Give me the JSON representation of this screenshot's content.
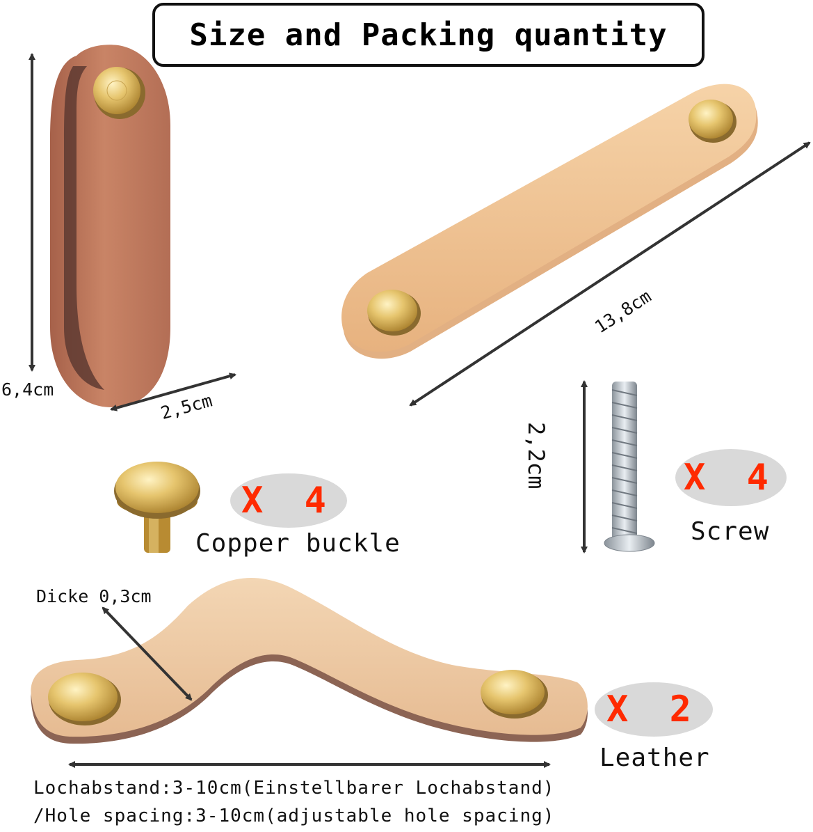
{
  "title": "Size and Packing quantity",
  "dimensions": {
    "loop_height": "6,4cm",
    "loop_width": "2,5cm",
    "straight_length": "13,8cm",
    "screw_length": "2,2cm",
    "thickness": "Dicke 0,3cm"
  },
  "parts": {
    "copper_buckle": {
      "quantity": "X 4",
      "label": "Copper buckle"
    },
    "screw": {
      "quantity": "X 4",
      "label": "Screw"
    },
    "leather": {
      "quantity": "X 2",
      "label": "Leather"
    }
  },
  "hole_spacing": {
    "german": "Lochabstand:3-10cm(Einstellbarer Lochabstand)",
    "english": "/Hole spacing:3-10cm(adjustable hole spacing)"
  },
  "colors": {
    "quantity_text": "#ff2a00",
    "quantity_bubble": "#d9d9d9",
    "loop_leather": "#c07a5c",
    "straight_leather": "#f0c79b",
    "curved_leather": "#f0cfa9",
    "brass": "#d9b455"
  }
}
